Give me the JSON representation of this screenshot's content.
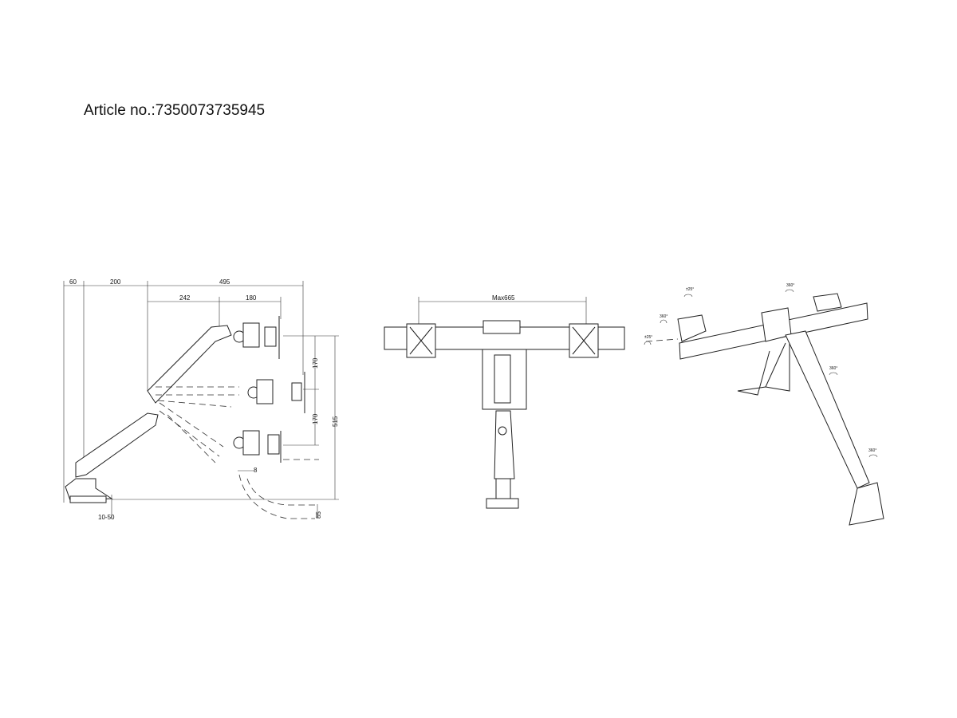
{
  "header": {
    "article_label": "Article no.:7350073735945"
  },
  "side_view": {
    "dimensions": {
      "base_offset": "60",
      "arm_reach_1": "200",
      "total_reach": "495",
      "arm_reach_2": "242",
      "head_depth": "180",
      "height_up": "170",
      "height_down": "170",
      "total_height": "515",
      "tilt_offset": "8",
      "desk_thickness": "10-50",
      "drop": "85"
    }
  },
  "front_view": {
    "dimensions": {
      "max_width": "Max665"
    }
  },
  "perspective_view": {
    "rotation_labels": [
      "±25°",
      "360°",
      "±25°",
      "360°",
      "360°",
      "360°"
    ]
  }
}
